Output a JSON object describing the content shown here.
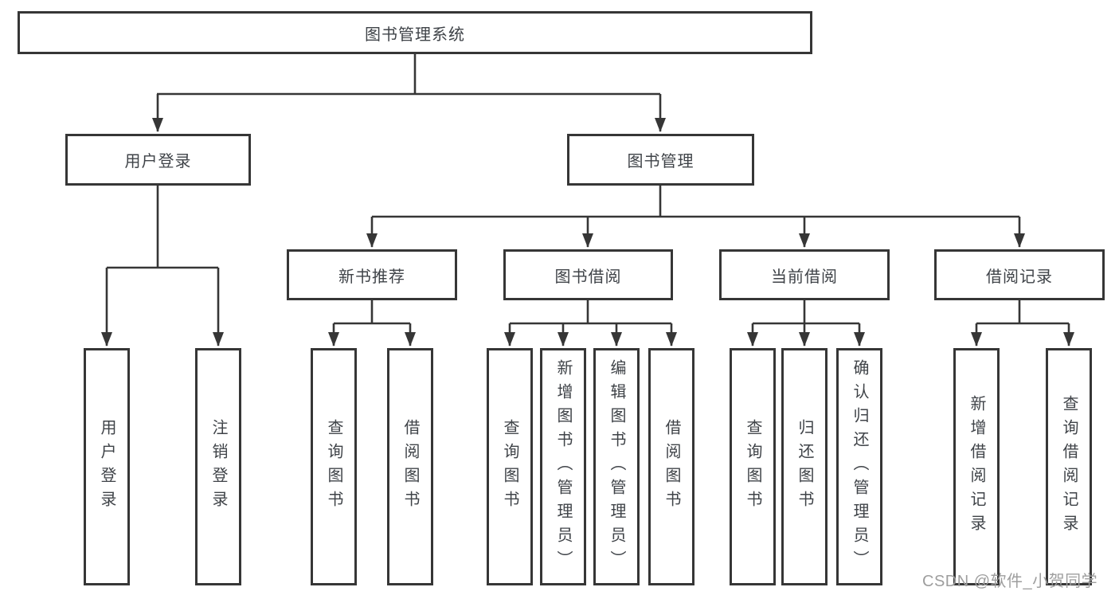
{
  "diagram": {
    "tree": {
      "label": "图书管理系统",
      "children": [
        {
          "label": "用户登录",
          "children": [
            {
              "label": "用户登录"
            },
            {
              "label": "注销登录"
            }
          ]
        },
        {
          "label": "图书管理",
          "children": [
            {
              "label": "新书推荐",
              "children": [
                {
                  "label": "查询图书"
                },
                {
                  "label": "借阅图书"
                }
              ]
            },
            {
              "label": "图书借阅",
              "children": [
                {
                  "label": "查询图书"
                },
                {
                  "label": "新增图书（管理员）"
                },
                {
                  "label": "编辑图书（管理员）"
                },
                {
                  "label": "借阅图书"
                }
              ]
            },
            {
              "label": "当前借阅",
              "children": [
                {
                  "label": "查询图书"
                },
                {
                  "label": "归还图书"
                },
                {
                  "label": "确认归还（管理员）"
                }
              ]
            },
            {
              "label": "借阅记录",
              "children": [
                {
                  "label": "新增借阅记录"
                },
                {
                  "label": "查询借阅记录"
                }
              ]
            }
          ]
        }
      ]
    }
  },
  "watermark": "CSDN @软件_小贺同学",
  "colors": {
    "line": "#363636",
    "box_border": "#363636",
    "text": "#3f4348",
    "watermark_text": "#9e9e9e",
    "background": "#ffffff"
  }
}
